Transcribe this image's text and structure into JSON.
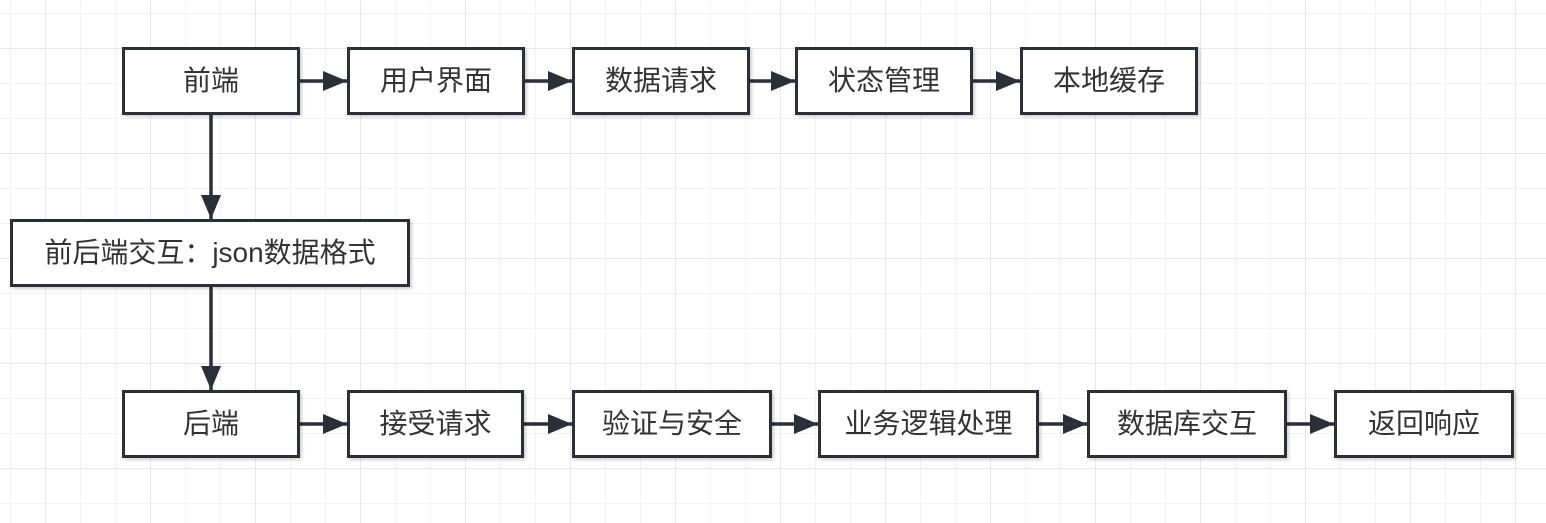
{
  "diagram": {
    "type": "flowchart",
    "rows": {
      "top": [
        {
          "id": "frontend",
          "label": "前端"
        },
        {
          "id": "user-interface",
          "label": "用户界面"
        },
        {
          "id": "data-request",
          "label": "数据请求"
        },
        {
          "id": "state-management",
          "label": "状态管理"
        },
        {
          "id": "local-cache",
          "label": "本地缓存"
        }
      ],
      "middle": [
        {
          "id": "frontend-backend-interaction",
          "label": "前后端交互：json数据格式"
        }
      ],
      "bottom": [
        {
          "id": "backend",
          "label": "后端"
        },
        {
          "id": "receive-request",
          "label": "接受请求"
        },
        {
          "id": "validation-security",
          "label": "验证与安全"
        },
        {
          "id": "business-logic",
          "label": "业务逻辑处理"
        },
        {
          "id": "database-interaction",
          "label": "数据库交互"
        },
        {
          "id": "return-response",
          "label": "返回响应"
        }
      ]
    },
    "connections": [
      {
        "from": "frontend",
        "to": "user-interface"
      },
      {
        "from": "user-interface",
        "to": "data-request"
      },
      {
        "from": "data-request",
        "to": "state-management"
      },
      {
        "from": "state-management",
        "to": "local-cache"
      },
      {
        "from": "frontend",
        "to": "frontend-backend-interaction"
      },
      {
        "from": "frontend-backend-interaction",
        "to": "backend"
      },
      {
        "from": "backend",
        "to": "receive-request"
      },
      {
        "from": "receive-request",
        "to": "validation-security"
      },
      {
        "from": "validation-security",
        "to": "business-logic"
      },
      {
        "from": "business-logic",
        "to": "database-interaction"
      },
      {
        "from": "database-interaction",
        "to": "return-response"
      }
    ],
    "colors": {
      "box_border": "#2b3038",
      "box_fill": "#ffffff",
      "text": "#333333",
      "arrow": "#2b3038",
      "grid_minor": "#f2f2f4",
      "grid_major": "#e7e7e9",
      "canvas_background": "#ffffff"
    }
  }
}
